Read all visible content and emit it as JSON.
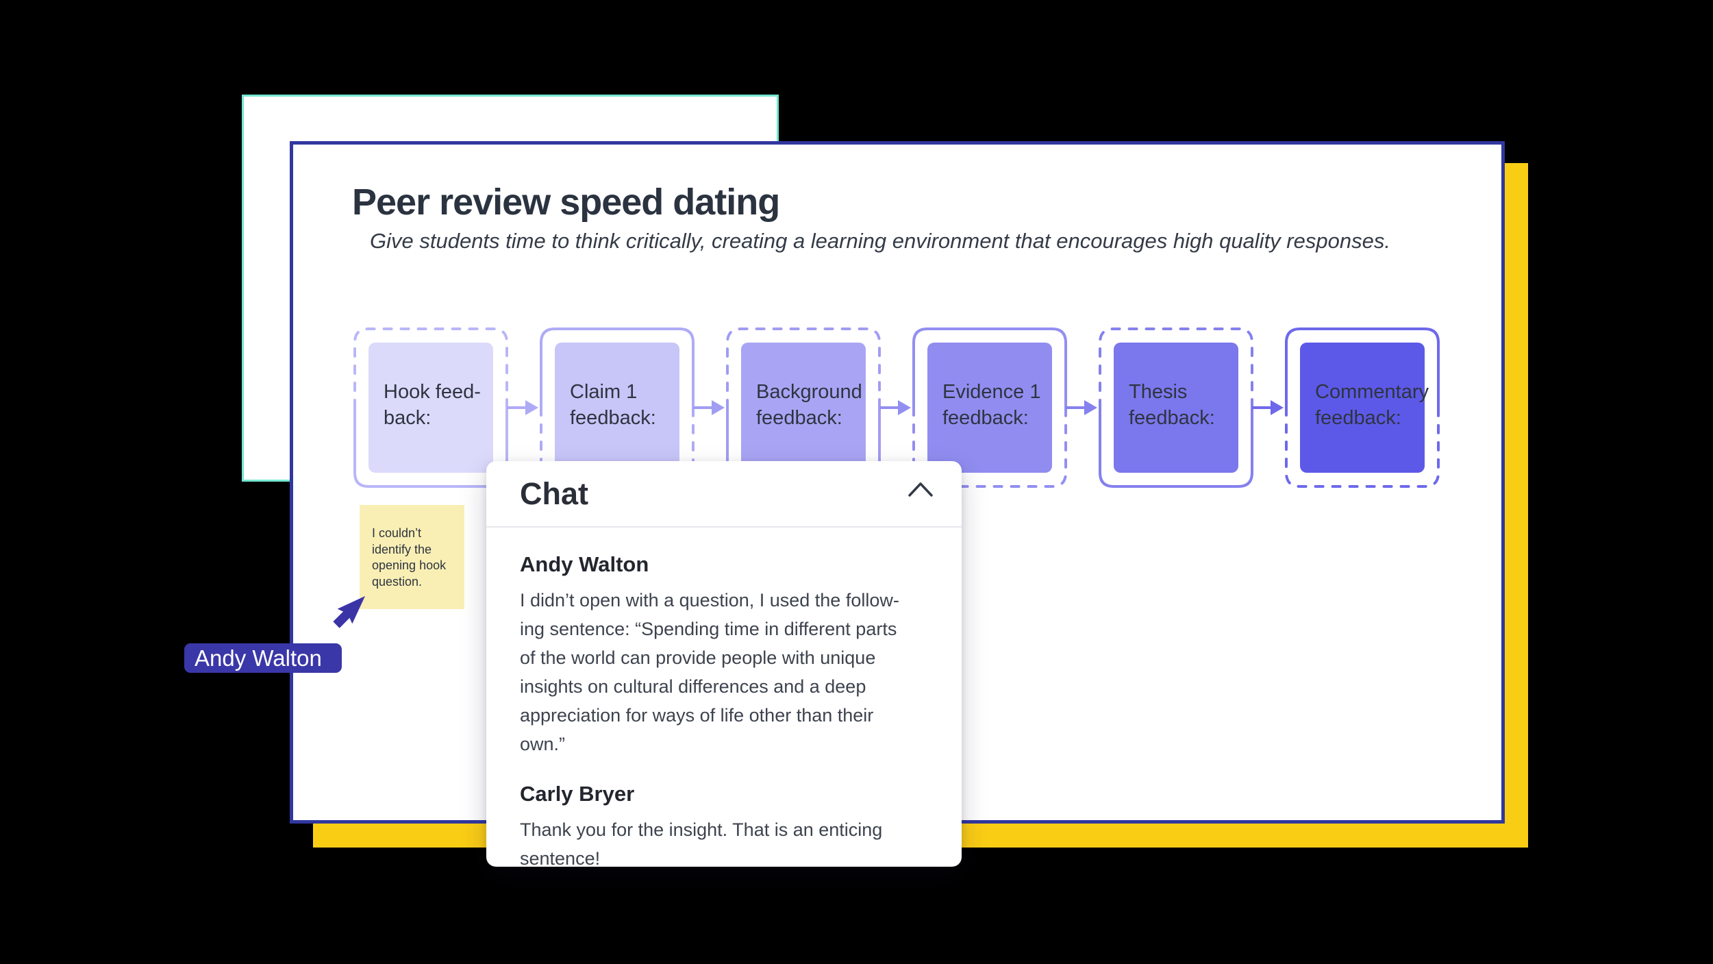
{
  "palette": {
    "page_background": "#000000",
    "teal_card_border": "#74E6CF",
    "main_card_border": "#31379E",
    "yellow_card": "#FACD15",
    "sticky_yellow": "#F9EFB4",
    "presence_indigo": "#3A37A8",
    "text_dark": "#2E3440"
  },
  "header": {
    "title": "Peer review speed dating",
    "subtitle": "Give students time to think critically, creating a learning environment that encourages high quality responses."
  },
  "flowchart": {
    "boxes": [
      {
        "label": "Hook feed-\nback:",
        "fill": "#DBDAFB",
        "stroke": "#B9B6F8",
        "solid_half": "bottom"
      },
      {
        "label": "Claim 1\nfeedback:",
        "fill": "#C8C5F8",
        "stroke": "#AEABF6",
        "solid_half": "top"
      },
      {
        "label": "Background\nfeedback:",
        "fill": "#A9A5F4",
        "stroke": "#A19DF3",
        "solid_half": "bottom"
      },
      {
        "label": "Evidence 1\nfeedback:",
        "fill": "#918DF0",
        "stroke": "#938FF1",
        "solid_half": "top"
      },
      {
        "label": "Thesis\nfeedback:",
        "fill": "#7B77ED",
        "stroke": "#8581EE",
        "solid_half": "bottom"
      },
      {
        "label": "Commentary\nfeedback:",
        "fill": "#5D59E8",
        "stroke": "#6E69EB",
        "solid_half": "top"
      }
    ],
    "connector_style": "arrow-right"
  },
  "sticky_note": {
    "text": "I couldn’t\nidentify the\nopening hook\nquestion.",
    "color": "#F9EFB4"
  },
  "presence": {
    "user_label": "Andy Walton",
    "cursor_icon": "arrow-pointer",
    "color": "#3A37A8"
  },
  "chat": {
    "title": "Chat",
    "collapse_icon": "chevron-up",
    "messages": [
      {
        "author": "Andy Walton",
        "text": "I didn’t open with a question, I used the follow-\ning sentence: “Spending time in different parts\nof the world can provide people with unique\ninsights on cultural differences and a deep\nappreciation for ways of life other than their\nown.”"
      },
      {
        "author": "Carly Bryer",
        "text": "Thank you for the insight. That is an enticing\nsentence!"
      }
    ]
  }
}
